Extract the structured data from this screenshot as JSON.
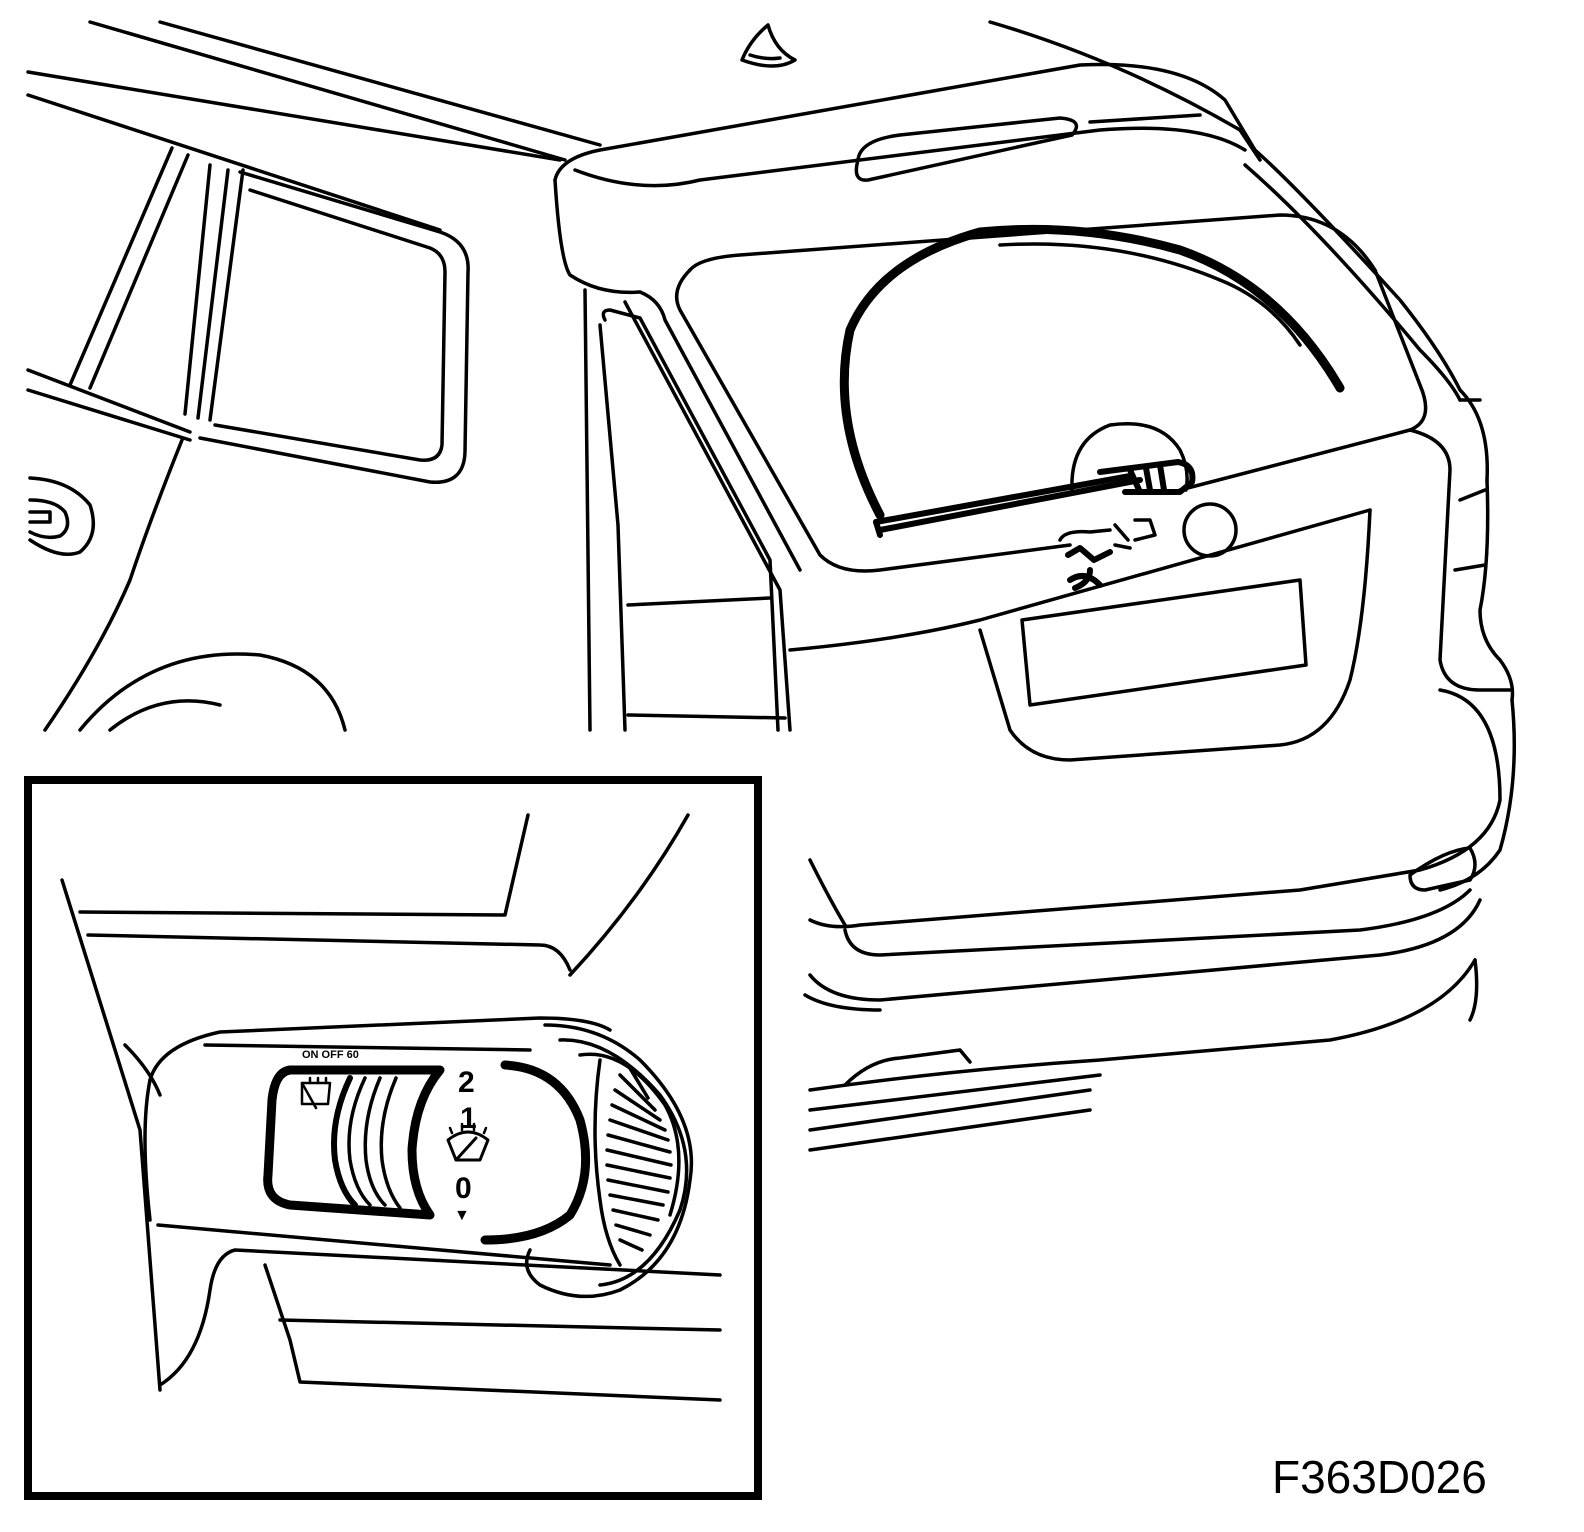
{
  "figure": {
    "code": "F363D026"
  },
  "switch": {
    "mode_labels": "ON OFF 60",
    "pos_2": "2",
    "pos_1": "1",
    "pos_0": "0",
    "pointer": "▼"
  },
  "icons": {
    "rear_wiper_rocker": "rear-wiper-icon",
    "front_wiper_position": "windscreen-wiper-icon"
  }
}
